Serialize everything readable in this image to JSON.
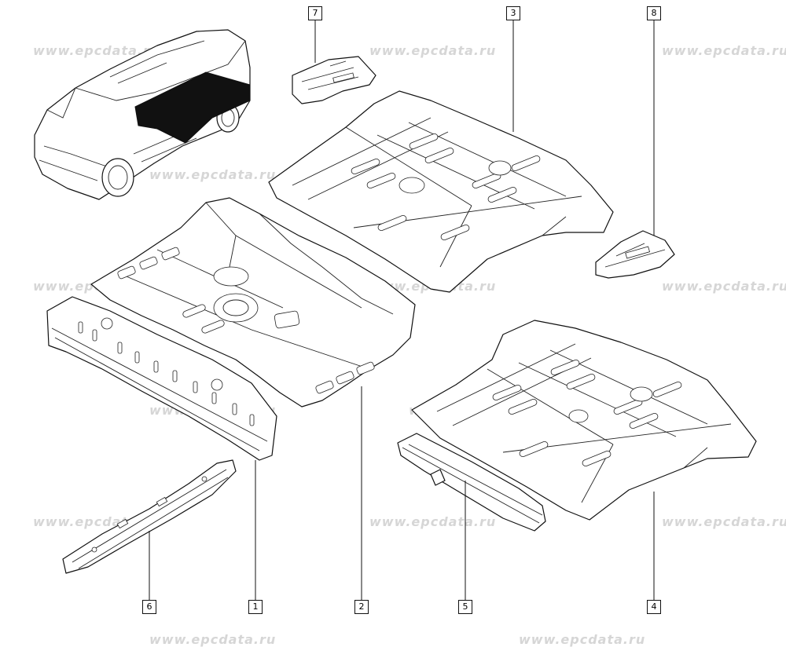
{
  "watermark": "www.epcdata.ru",
  "callouts": [
    "1",
    "2",
    "3",
    "4",
    "5",
    "6",
    "7",
    "8"
  ],
  "colors": {
    "line": "#111111",
    "watermark": "#d6d6d6",
    "highlight": "#111111"
  }
}
